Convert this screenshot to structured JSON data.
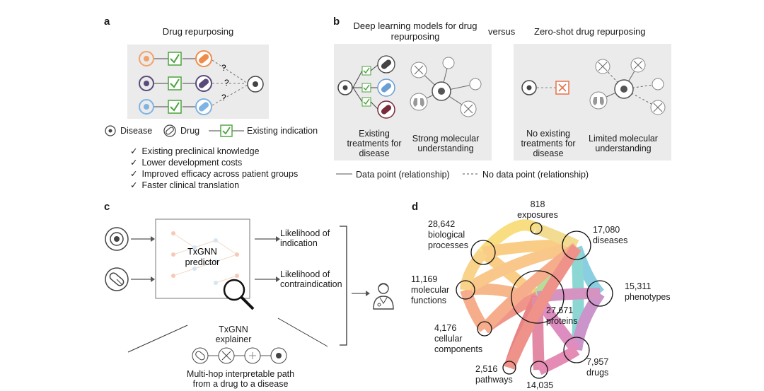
{
  "panel_a": {
    "label": "a",
    "title": "Drug repurposing",
    "legend": {
      "disease": "Disease",
      "drug": "Drug",
      "indication": "Existing indication"
    },
    "question_mark": "?",
    "benefits": [
      "Existing preclinical knowledge",
      "Lower development costs",
      "Improved efficacy across patient groups",
      "Faster clinical translation"
    ]
  },
  "panel_b": {
    "label": "b",
    "left_title": "Deep learning models for drug repurposing",
    "versus": "versus",
    "right_title": "Zero-shot drug repurposing",
    "left_caption1": "Existing treatments for disease",
    "left_caption2": "Strong molecular understanding",
    "right_caption1": "No existing treatments for disease",
    "right_caption2": "Limited molecular understanding",
    "legend_solid": "Data point (relationship)",
    "legend_dashed": "No data point (relationship)"
  },
  "panel_c": {
    "label": "c",
    "predictor": "TxGNN predictor",
    "out1": "Likelihood of indication",
    "out2": "Likelihood of contraindication",
    "explainer": "TxGNN explainer",
    "path_caption": "Multi-hop interpretable path from a drug to a disease"
  },
  "panel_d": {
    "label": "d",
    "nodes": [
      {
        "count": "818",
        "name": "exposures",
        "color": "#f3c41a"
      },
      {
        "count": "17,080",
        "name": "diseases",
        "color": "#29a0d8"
      },
      {
        "count": "28,642",
        "name": "biological processes",
        "color": "#f5a623"
      },
      {
        "count": "11,169",
        "name": "molecular functions",
        "color": "#ef7f2e"
      },
      {
        "count": "15,311",
        "name": "phenotypes",
        "color": "#a23ea0"
      },
      {
        "count": "27,671",
        "name": "proteins",
        "color": "#e4402c"
      },
      {
        "count": "4,176",
        "name": "cellular components",
        "color": "#ea3c2a"
      },
      {
        "count": "7,957",
        "name": "drugs",
        "color": "#c2318b"
      },
      {
        "count": "2,516",
        "name": "pathways",
        "color": "#d62020"
      },
      {
        "count": "14,035",
        "name": "",
        "color": "#cc2b5e"
      }
    ]
  },
  "colors": {
    "box": "#ebebeb",
    "check": "#4aa33a",
    "drug_orange": "#f08c4a",
    "drug_purple": "#6b5a8e",
    "drug_blue": "#6a9fd6",
    "disease_orange": "#f2a169",
    "cross": "#e8704a"
  }
}
